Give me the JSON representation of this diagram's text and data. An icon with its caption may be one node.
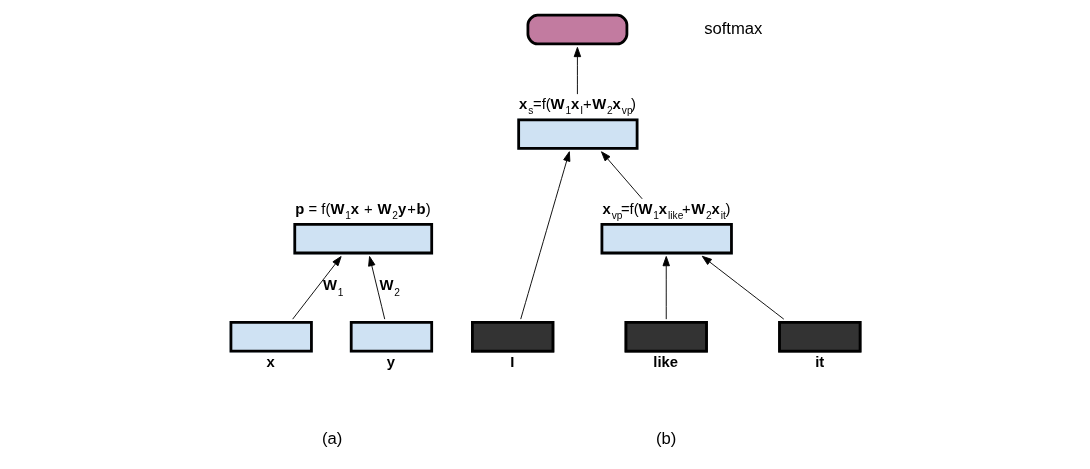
{
  "diagram": {
    "nodes": [
      {
        "text": [],
        "shape": "box",
        "beside": [
          "**p** = f(**W**$_{1}$**x** + **W**$_{2}$**y**+**b**)"
        ]
      },
      {
        "text": [],
        "shape": "box",
        "beside": [
          "x"
        ]
      },
      {
        "text": [],
        "shape": "box",
        "beside": [
          "y"
        ]
      },
      {
        "text": [],
        "shape": "capsule"
      },
      {
        "text": [],
        "shape": "box",
        "beside": [
          "**x**$_{s}$=f(**W**$_{1}$**x**$_{I}$+**W**$_{2}$**x**$_{vp}$)"
        ]
      },
      {
        "text": [],
        "shape": "box",
        "beside": [
          "**x**$_{vp}$=f(**W**$_{1}$**x**$_{like}$+**W**$_{2}$**x**$_{it}$)"
        ]
      },
      {
        "text": [],
        "shape": "box",
        "beside": [
          "I"
        ]
      },
      {
        "text": [],
        "shape": "box",
        "beside": [
          "like"
        ]
      },
      {
        "text": [],
        "shape": "box",
        "beside": [
          "it"
        ]
      }
    ],
    "edges": [
      {
        "from": 1,
        "to": 0,
        "arrow": "to",
        "label": "**W**$_{1}$"
      },
      {
        "from": 2,
        "to": 0,
        "arrow": "to",
        "label": "**W**$_{2}$"
      },
      {
        "from": 4,
        "to": 3,
        "arrow": "to"
      },
      {
        "from": 6,
        "to": 4,
        "arrow": "to"
      },
      {
        "from": 5,
        "to": 4,
        "arrow": "to"
      },
      {
        "from": 7,
        "to": 5,
        "arrow": "to"
      },
      {
        "from": 8,
        "to": 5,
        "arrow": "to"
      }
    ],
    "labels": [
      "softmax",
      "(a)",
      "(b)"
    ]
  }
}
